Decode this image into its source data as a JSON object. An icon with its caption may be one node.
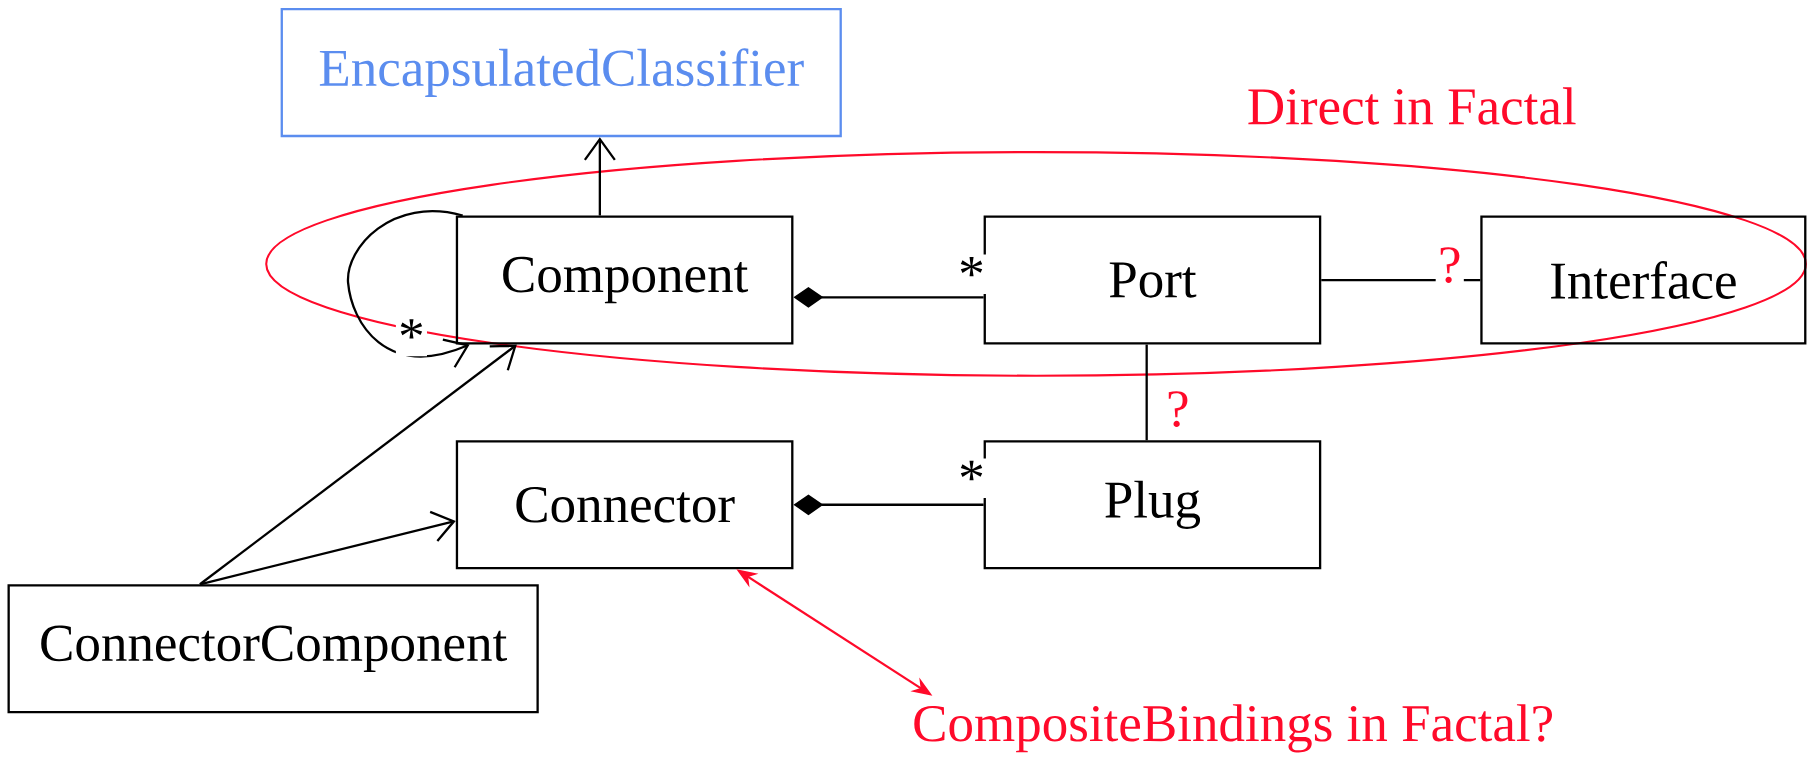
{
  "diagram": {
    "nodes": [
      {
        "text": [
          "EncapsulatedClassifier"
        ]
      },
      {
        "text": [
          "Component"
        ]
      },
      {
        "text": [
          "Port"
        ]
      },
      {
        "text": [
          "Interface"
        ]
      },
      {
        "text": [
          "Connector"
        ]
      },
      {
        "text": [
          "Plug"
        ]
      },
      {
        "text": [
          "ConnectorComponent"
        ]
      },
      {
        "text": [
          "CompositeBindings in Factal?"
        ]
      }
    ],
    "edges": [
      {
        "from": 1,
        "to": 0,
        "arrow": "to"
      },
      {
        "from": 1,
        "to": 1,
        "arrow": "to",
        "label": "*"
      },
      {
        "from": 1,
        "to": 2,
        "arrow": "other",
        "label": "*"
      },
      {
        "from": 2,
        "to": 3,
        "arrow": "none",
        "label": "?"
      },
      {
        "from": 2,
        "to": 5,
        "arrow": "none",
        "label": "?"
      },
      {
        "from": 4,
        "to": 5,
        "arrow": "other",
        "label": "*"
      },
      {
        "from": 6,
        "to": 1,
        "arrow": "to"
      },
      {
        "from": 6,
        "to": 4,
        "arrow": "to"
      },
      {
        "from": 4,
        "to": 7,
        "arrow": "both",
        "color": "#ff0a2a"
      }
    ],
    "labels": [
      "Direct in Factal"
    ]
  }
}
